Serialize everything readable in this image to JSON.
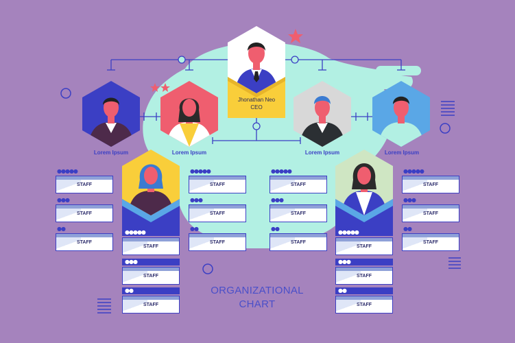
{
  "ceo": {
    "name": "Jhonathan Neo",
    "role": "CEO"
  },
  "managers": [
    "Lorem Ipsum",
    "Lorem Ipsum",
    "Lorem Ipsum",
    "Lorem Ipsum"
  ],
  "staff_label": "STAFF",
  "title": {
    "line1": "ORGANIZATIONAL",
    "line2": "CHART"
  },
  "colors": {
    "background": "#a583bd",
    "blob": "#b2f0e3",
    "accent_blue": "#3b3fc4",
    "star": "#ef5e6f"
  }
}
